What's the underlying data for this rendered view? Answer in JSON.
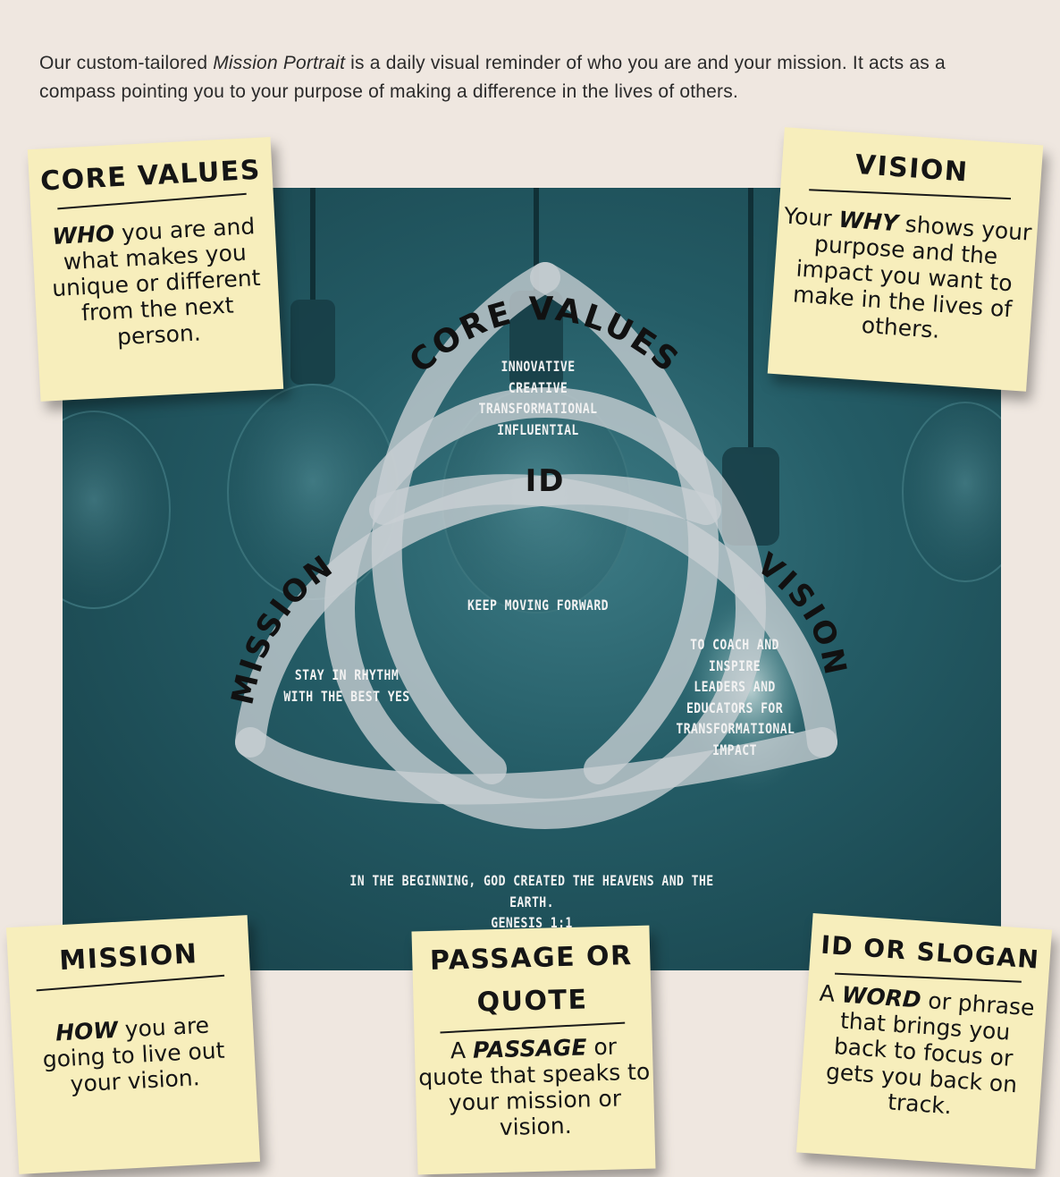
{
  "intro": {
    "before": "Our custom-tailored ",
    "emphasis": "Mission Portrait",
    "after": " is a daily visual reminder of who you are and your mission. It acts as a compass pointing you to your purpose of making a difference in the lives of others."
  },
  "portrait": {
    "core_values_arc": "CORE VALUES",
    "mission_arc": "MISSION",
    "vision_arc": "VISION",
    "id_label": "ID",
    "core_values_text": [
      "INNOVATIVE",
      "CREATIVE",
      "TRANSFORMATIONAL",
      "INFLUENTIAL"
    ],
    "id_text": "KEEP MOVING FORWARD",
    "mission_text": [
      "STAY IN RHYTHM",
      "WITH THE BEST YES"
    ],
    "vision_text": [
      "TO COACH AND",
      "INSPIRE",
      "LEADERS AND",
      "EDUCATORS FOR",
      "TRANSFORMATIONAL",
      "IMPACT"
    ],
    "passage_line1": "IN THE BEGINNING, GOD CREATED THE HEAVENS AND THE EARTH.",
    "passage_line2": "GENESIS 1:1",
    "colors": {
      "background": "#245c66",
      "knot": "#c9cfd3",
      "note": "#f7eebc"
    }
  },
  "notes": {
    "core_values": {
      "title": "CORE VALUES",
      "strong": "WHO",
      "text": " you are and what makes you unique or different from the next person."
    },
    "vision": {
      "title": "VISION",
      "pre": "Your ",
      "strong": "WHY",
      "text": " shows your purpose and the impact you want to make in the lives of others."
    },
    "mission": {
      "title": "MISSION",
      "strong": "HOW",
      "text": " you are going to live out your vision."
    },
    "passage": {
      "title": "PASSAGE OR QUOTE",
      "pre": "A ",
      "strong": "PASSAGE",
      "text": " or quote that speaks to your mission or vision."
    },
    "id_slogan": {
      "title": "ID OR SLOGAN",
      "pre": "A ",
      "strong": "WORD",
      "text": " or phrase that brings you back to focus or gets you back on track."
    }
  }
}
